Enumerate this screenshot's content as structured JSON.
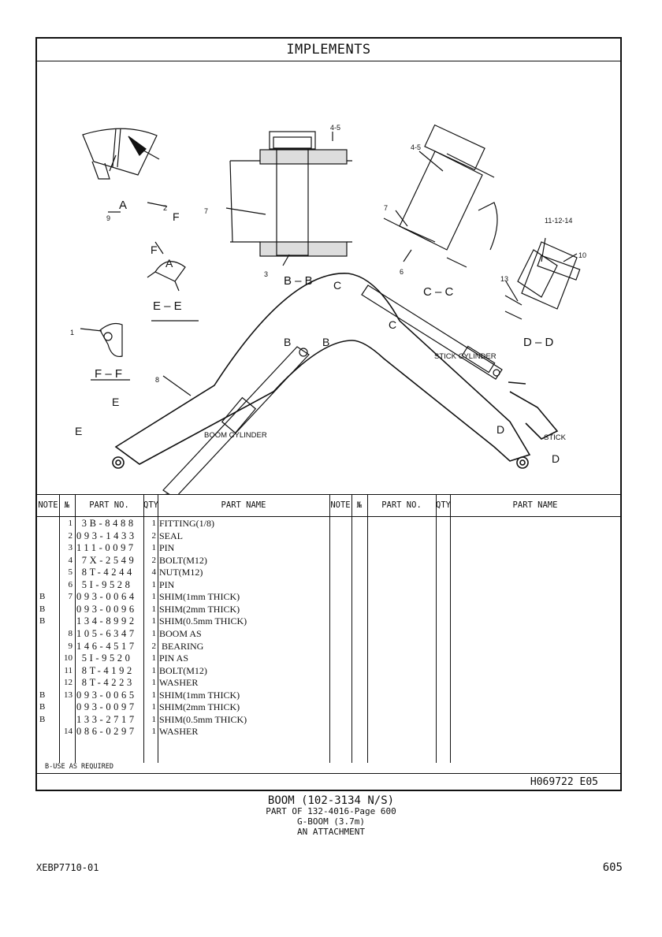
{
  "header": {
    "title": "IMPLEMENTS"
  },
  "diagram": {
    "labels": {
      "detail_a": "A",
      "detail_bb": "B – B",
      "detail_cc": "C – C",
      "detail_dd": "D – D",
      "detail_ee": "E – E",
      "detail_ff": "F – F",
      "callout_1": "1",
      "callout_2": "2",
      "callout_3": "3",
      "callout_45_b": "4-5",
      "callout_45_c": "4-5",
      "callout_6": "6",
      "callout_7_b": "7",
      "callout_7_c": "7",
      "callout_8": "8",
      "callout_9": "9",
      "callout_10": "10",
      "callout_111214": "11-12-14",
      "callout_13": "13",
      "stick_cylinder": "STICK CYLINDER",
      "boom_cylinder": "BOOM CYLINDER",
      "stick": "STICK",
      "sec_c1": "C",
      "sec_c2": "C",
      "sec_b1": "B",
      "sec_b2": "B",
      "sec_d1": "D",
      "sec_d2": "D",
      "sec_e1": "E",
      "sec_e2": "E",
      "sec_f1": "F",
      "sec_f2": "F",
      "sec_a_small": "A"
    }
  },
  "table": {
    "headers": {
      "note": "NOTE",
      "no": "№",
      "part_no": "PART NO.",
      "qty": "QTY",
      "part_name": "PART NAME"
    },
    "rows": [
      {
        "note": "",
        "no": "1",
        "part_no": " 3B-8488",
        "qty": "1",
        "name": "FITTING(1/8)"
      },
      {
        "note": "",
        "no": "2",
        "part_no": "093-1433",
        "qty": "2",
        "name": "SEAL"
      },
      {
        "note": "",
        "no": "3",
        "part_no": "111-0097",
        "qty": "1",
        "name": "PIN"
      },
      {
        "note": "",
        "no": "4",
        "part_no": " 7X-2549",
        "qty": "2",
        "name": "BOLT(M12)"
      },
      {
        "note": "",
        "no": "5",
        "part_no": " 8T-4244",
        "qty": "4",
        "name": "NUT(M12)"
      },
      {
        "note": "",
        "no": "6",
        "part_no": " 5I-9528",
        "qty": "1",
        "name": "PIN"
      },
      {
        "note": "B",
        "no": "7",
        "part_no": "093-0064",
        "qty": "1",
        "name": "SHIM(1mm THICK)"
      },
      {
        "note": "B",
        "no": "",
        "part_no": "093-0096",
        "qty": "1",
        "name": "SHIM(2mm THICK)"
      },
      {
        "note": "B",
        "no": "",
        "part_no": "134-8992",
        "qty": "1",
        "name": "SHIM(0.5mm THICK)"
      },
      {
        "note": "",
        "no": "8",
        "part_no": "105-6347",
        "qty": "1",
        "name": "BOOM AS"
      },
      {
        "note": "",
        "no": "9",
        "part_no": "146-4517",
        "qty": "2",
        "name": " BEARING"
      },
      {
        "note": "",
        "no": "10",
        "part_no": " 5I-9520",
        "qty": "1",
        "name": "PIN AS"
      },
      {
        "note": "",
        "no": "11",
        "part_no": " 8T-4192",
        "qty": "1",
        "name": "BOLT(M12)"
      },
      {
        "note": "",
        "no": "12",
        "part_no": " 8T-4223",
        "qty": "1",
        "name": "WASHER"
      },
      {
        "note": "B",
        "no": "13",
        "part_no": "093-0065",
        "qty": "1",
        "name": "SHIM(1mm THICK)"
      },
      {
        "note": "B",
        "no": "",
        "part_no": "093-0097",
        "qty": "1",
        "name": "SHIM(2mm THICK)"
      },
      {
        "note": "B",
        "no": "",
        "part_no": "133-2717",
        "qty": "1",
        "name": "SHIM(0.5mm THICK)"
      },
      {
        "note": "",
        "no": "14",
        "part_no": "086-0297",
        "qty": "1",
        "name": "WASHER"
      }
    ],
    "footnote": "B-USE AS REQUIRED",
    "reference": "H069722  E05"
  },
  "caption": {
    "line1": "BOOM (102-3134 N/S)",
    "line2": "PART OF 132-4016-Page 600",
    "line3": "G-BOOM (3.7m)",
    "line4": "AN ATTACHMENT"
  },
  "footer": {
    "doc_id": "XEBP7710-01",
    "page": "605"
  }
}
